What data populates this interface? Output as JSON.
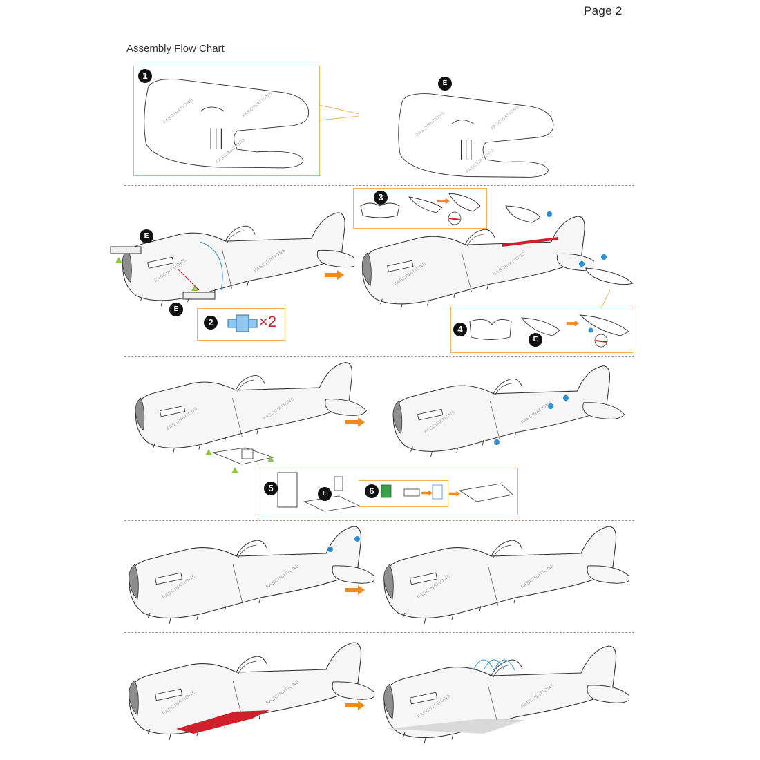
{
  "page": {
    "number_label": "Page 2"
  },
  "title": "Assembly Flow Chart",
  "watermark": "FASCINATIONS",
  "steps": [
    {
      "id": "1",
      "label": "1"
    },
    {
      "id": "2",
      "label": "2",
      "multiplier": "×2"
    },
    {
      "id": "3",
      "label": "3"
    },
    {
      "id": "4",
      "label": "4"
    },
    {
      "id": "5",
      "label": "5"
    },
    {
      "id": "6",
      "label": "6"
    }
  ],
  "part_marker": "E",
  "colors": {
    "callout": "#f2b45a",
    "arrow": "#f08a1c",
    "accent_red": "#d0202a",
    "accent_blue": "#2a8fd8",
    "accent_green": "#8dc63f",
    "part_blue": "#8fc8ec"
  }
}
